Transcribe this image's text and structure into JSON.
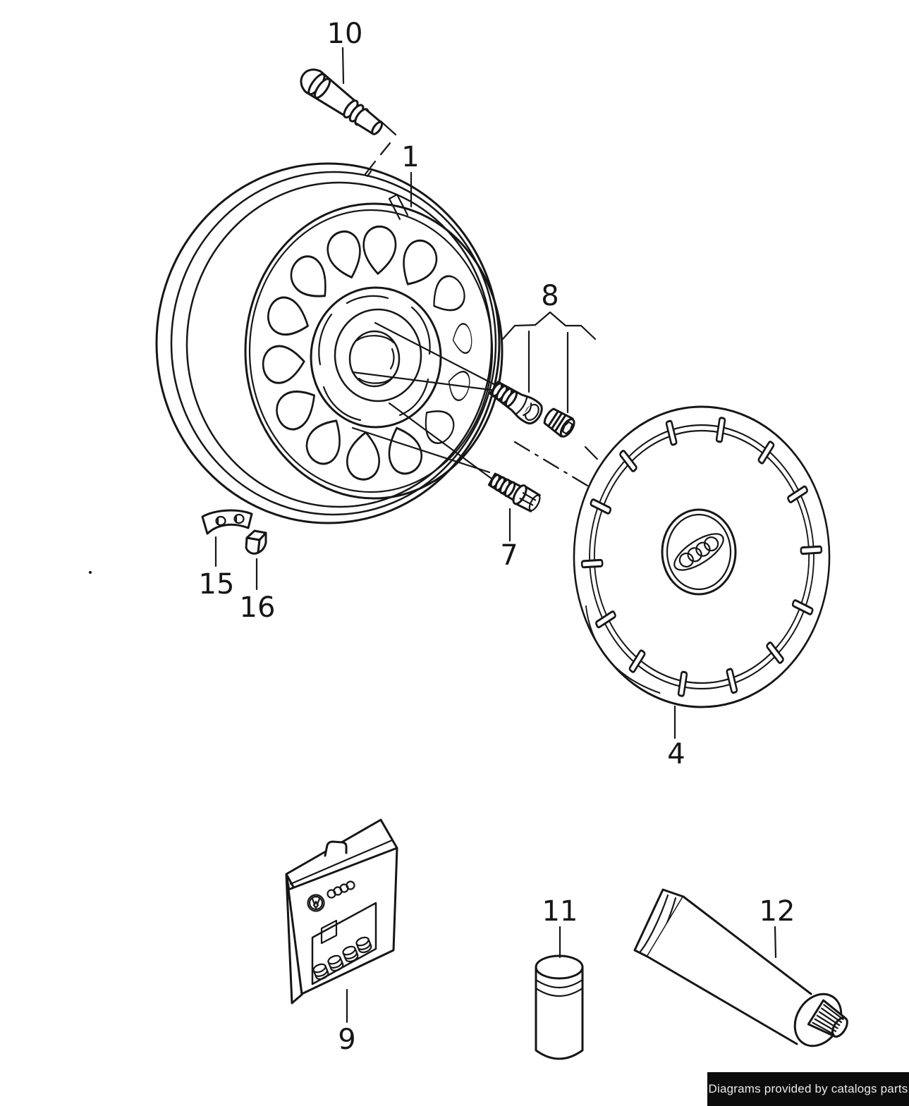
{
  "diagram": {
    "callouts": {
      "valve": "10",
      "rim": "1",
      "bolt_pair": "8",
      "wheel_bolt": "7",
      "balance_weight": "15",
      "weight_clip": "16",
      "wheel_cover": "4",
      "cap_kit": "9",
      "canister": "11",
      "paste_tube": "12"
    },
    "footer": {
      "credit": "Diagrams provided by catalogs parts"
    },
    "colors": {
      "line": "#161616",
      "background": "#ffffff",
      "footer_bg": "#0c0c0c",
      "footer_text": "#eaeaea"
    }
  }
}
